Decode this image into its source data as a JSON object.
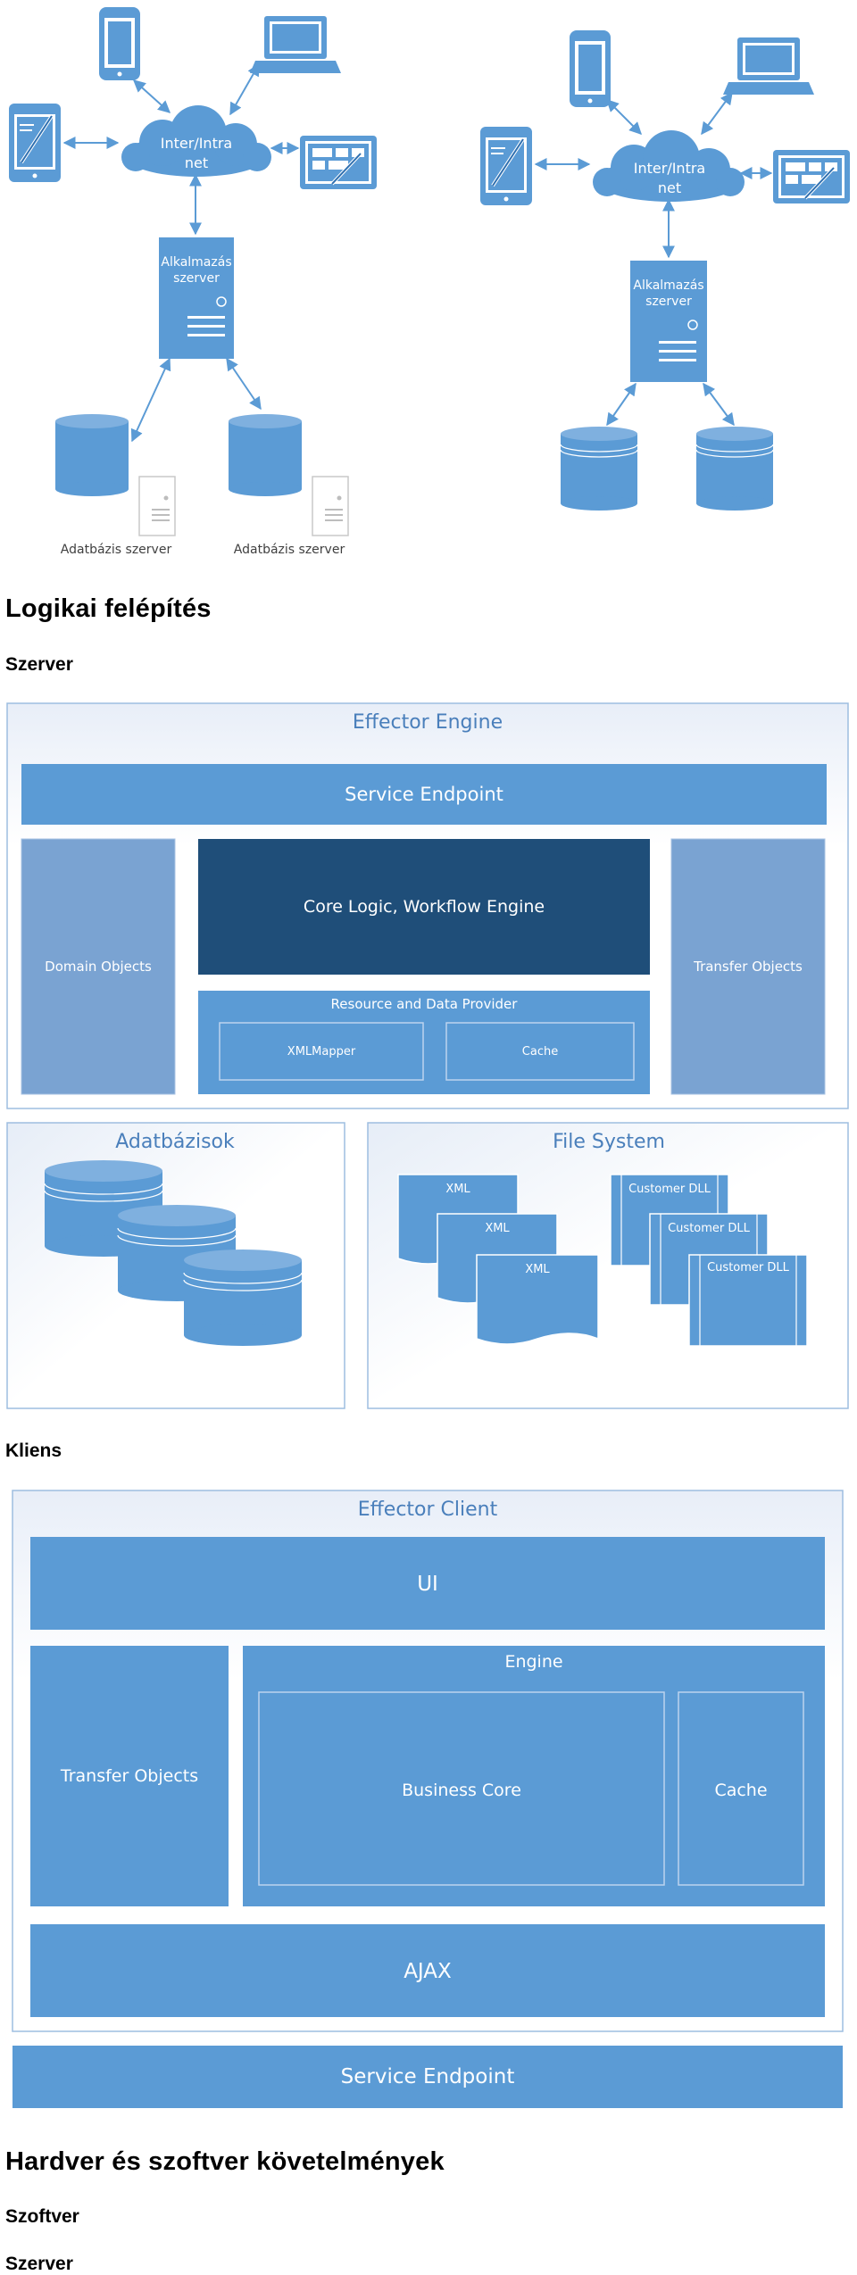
{
  "topology": {
    "left": {
      "cloud_label": "Inter/Intra net",
      "cloud_lines": [
        "Inter/Intra",
        "net"
      ],
      "app_server_lines": [
        "Alkalmazás",
        "szerver"
      ],
      "db_server_labels": [
        "Adatbázis szerver",
        "Adatbázis szerver"
      ]
    },
    "right": {
      "cloud_lines": [
        "Inter/Intra",
        "net"
      ],
      "app_server_lines": [
        "Alkalmazás",
        "szerver"
      ]
    }
  },
  "headings": {
    "logical": "Logikai felépítés",
    "server": "Szerver",
    "client": "Kliens",
    "requirements": "Hardver és szoftver követelmények",
    "software": "Szoftver",
    "server_bottom": "Szerver"
  },
  "server_diagram": {
    "title": "Effector Engine",
    "service_endpoint": "Service Endpoint",
    "domain_objects": "Domain Objects",
    "core_logic": "Core Logic, Workflow Engine",
    "transfer_objects": "Transfer Objects",
    "resource_provider": "Resource and Data Provider",
    "xml_mapper": "XMLMapper",
    "cache": "Cache",
    "databases_title": "Adatbázisok",
    "file_system_title": "File System",
    "xml_files": [
      "XML",
      "XML",
      "XML"
    ],
    "customer_dlls": [
      "Customer DLL",
      "Customer DLL",
      "Customer DLL"
    ]
  },
  "client_diagram": {
    "title": "Effector Client",
    "ui": "UI",
    "engine": "Engine",
    "transfer_objects": "Transfer Objects",
    "business_core": "Business Core",
    "cache": "Cache",
    "ajax": "AJAX",
    "service_endpoint": "Service Endpoint"
  },
  "colors": {
    "primary_blue": "#5b9bd5",
    "light_blue": "#7aa3d2",
    "dark_blue": "#1f4e79",
    "frame_border": "#9dbde0",
    "title_blue": "#4a7fbb"
  }
}
